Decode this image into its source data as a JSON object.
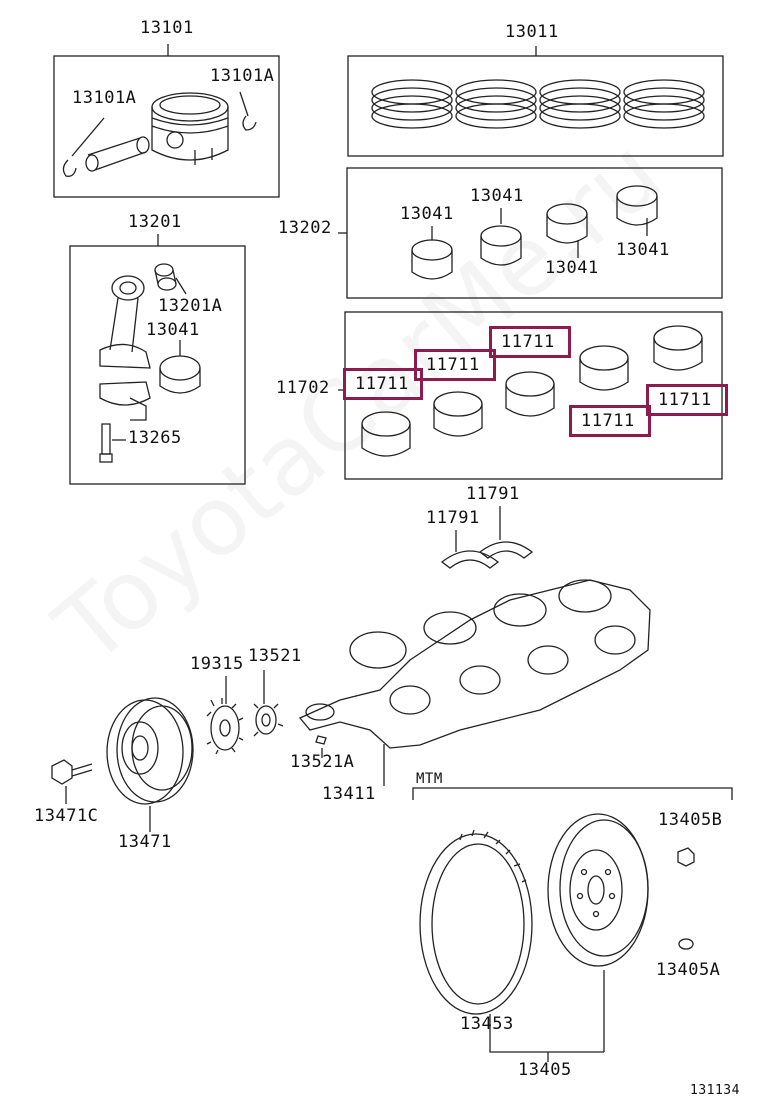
{
  "watermark": "ToyotaCarMe.ru",
  "diagram_id": "131134",
  "highlight_color": "#8e1b4e",
  "labels": {
    "p13101": "13101",
    "p13101a_left": "13101A",
    "p13101a_right": "13101A",
    "p13011": "13011",
    "p13201": "13201",
    "p13201a": "13201A",
    "p13041_rod": "13041",
    "p13265": "13265",
    "p13202": "13202",
    "p13041_a": "13041",
    "p13041_b": "13041",
    "p13041_c": "13041",
    "p13041_d": "13041",
    "p11702": "11702",
    "p11711_a": "11711",
    "p11711_b": "11711",
    "p11711_c": "11711",
    "p11711_d": "11711",
    "p11711_e": "11711",
    "p11791_a": "11791",
    "p11791_b": "11791",
    "p19315": "19315",
    "p13521": "13521",
    "p13521a": "13521A",
    "p13411": "13411",
    "p13471c": "13471C",
    "p13471": "13471",
    "mtm": "MTM",
    "p13405b": "13405B",
    "p13405a": "13405A",
    "p13453": "13453",
    "p13405": "13405"
  }
}
